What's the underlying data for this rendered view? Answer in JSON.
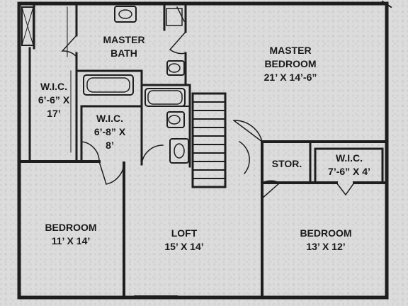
{
  "rooms": {
    "master_bath": {
      "name_line1": "MASTER",
      "name_line2": "BATH"
    },
    "master_bedroom": {
      "name_line1": "MASTER",
      "name_line2": "BEDROOM",
      "size": "21’ X 14’-6”"
    },
    "wic_left": {
      "name": "W.I.C.",
      "size_line1": "6’-6” X",
      "size_line2": "17’"
    },
    "wic_mid": {
      "name": "W.I.C.",
      "size_line1": "6’-8” X",
      "size_line2": "8’"
    },
    "wic_right": {
      "name": "W.I.C.",
      "size": "7’-6” X 4’"
    },
    "stor": {
      "name": "STOR."
    },
    "bedroom_left": {
      "name": "BEDROOM",
      "size": "11’ X 14’"
    },
    "loft": {
      "name": "LOFT",
      "size": "15’ X 14’"
    },
    "bedroom_right": {
      "name": "BEDROOM",
      "size": "13’ X 12’"
    }
  }
}
